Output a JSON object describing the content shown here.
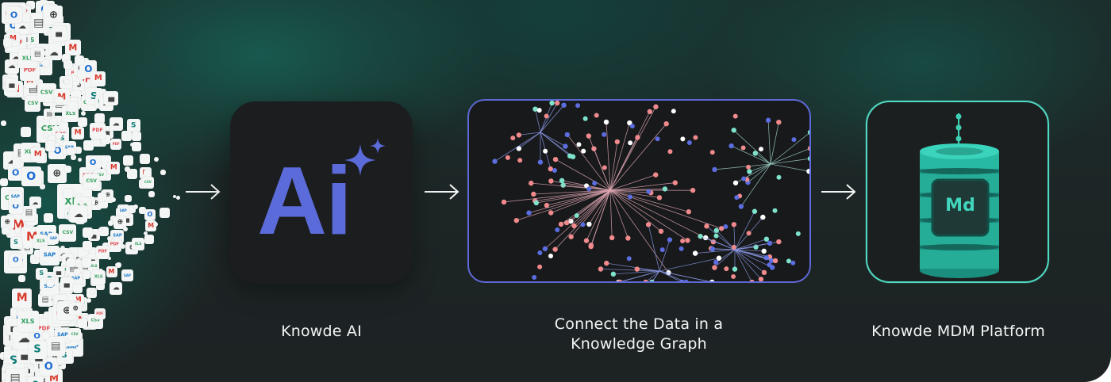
{
  "steps": [
    {
      "label": "Knowde AI",
      "card_text": "Ai"
    },
    {
      "label_line1": "Connect the Data in a",
      "label_line2": "Knowledge Graph"
    },
    {
      "label": "Knowde MDM Platform",
      "card_text": "Md"
    }
  ],
  "source_tiles": [
    "SAP",
    "PDF",
    "XLS",
    "CSV",
    "Gmail",
    "Outlook",
    "SharePoint",
    "cloud",
    "globe",
    "bar-chart",
    "spreadsheet"
  ],
  "colors": {
    "ai_purple": "#5b6bd9",
    "graph_border": "#5f69d6",
    "mdm_teal": "#4fd9c0",
    "node_blue": "#5c6de0",
    "node_pink": "#f08a8c",
    "node_teal": "#7fe3cc",
    "node_white": "#ffffff"
  }
}
